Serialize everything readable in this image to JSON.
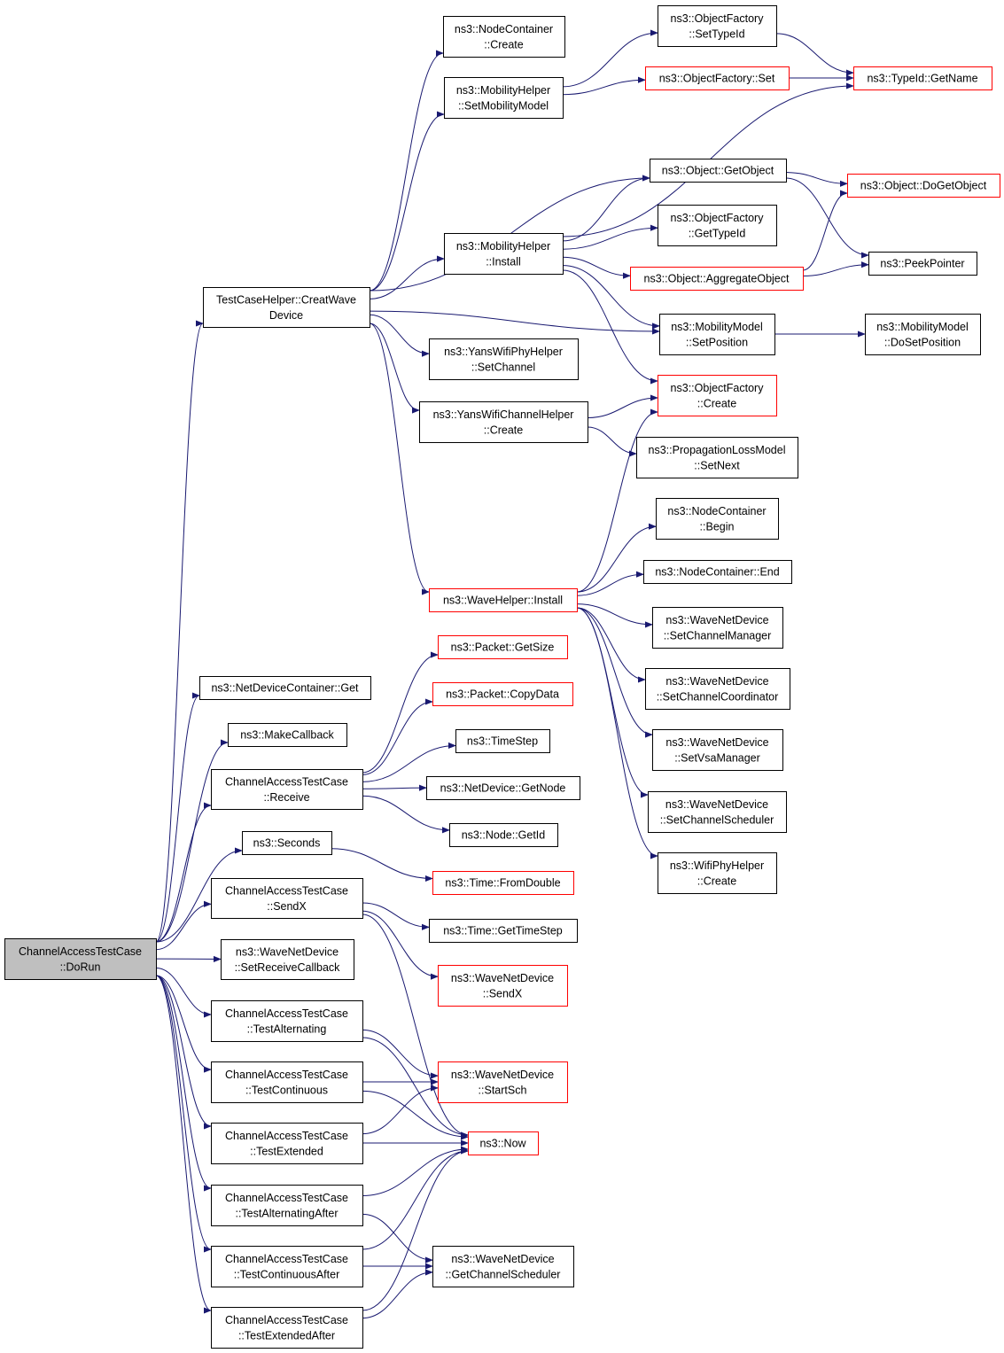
{
  "colors": {
    "edge": "#191970",
    "root_fill": "#bfbfbf",
    "border_red": "#ff0000",
    "border_black": "#000000"
  },
  "nodes": [
    {
      "id": "dorun",
      "lines": [
        "ChannelAccessTestCase",
        "::DoRun"
      ],
      "border": "black",
      "root": true
    },
    {
      "id": "creat",
      "lines": [
        "TestCaseHelper::CreatWave",
        "Device"
      ],
      "border": "black"
    },
    {
      "id": "ndcget",
      "lines": [
        "ns3::NetDeviceContainer::Get"
      ],
      "border": "black"
    },
    {
      "id": "mkcb",
      "lines": [
        "ns3::MakeCallback"
      ],
      "border": "black"
    },
    {
      "id": "recv",
      "lines": [
        "ChannelAccessTestCase",
        "::Receive"
      ],
      "border": "black"
    },
    {
      "id": "secs",
      "lines": [
        "ns3::Seconds"
      ],
      "border": "black"
    },
    {
      "id": "sendx",
      "lines": [
        "ChannelAccessTestCase",
        "::SendX"
      ],
      "border": "black"
    },
    {
      "id": "setrcb",
      "lines": [
        "ns3::WaveNetDevice",
        "::SetReceiveCallback"
      ],
      "border": "black"
    },
    {
      "id": "talt",
      "lines": [
        "ChannelAccessTestCase",
        "::TestAlternating"
      ],
      "border": "black"
    },
    {
      "id": "tcont",
      "lines": [
        "ChannelAccessTestCase",
        "::TestContinuous"
      ],
      "border": "black"
    },
    {
      "id": "text",
      "lines": [
        "ChannelAccessTestCase",
        "::TestExtended"
      ],
      "border": "black"
    },
    {
      "id": "taltafter",
      "lines": [
        "ChannelAccessTestCase",
        "::TestAlternatingAfter"
      ],
      "border": "black"
    },
    {
      "id": "tcontafter",
      "lines": [
        "ChannelAccessTestCase",
        "::TestContinuousAfter"
      ],
      "border": "black"
    },
    {
      "id": "textafter",
      "lines": [
        "ChannelAccessTestCase",
        "::TestExtendedAfter"
      ],
      "border": "black"
    },
    {
      "id": "nccreate",
      "lines": [
        "ns3::NodeContainer",
        "::Create"
      ],
      "border": "black"
    },
    {
      "id": "mhsetmm",
      "lines": [
        "ns3::MobilityHelper",
        "::SetMobilityModel"
      ],
      "border": "black"
    },
    {
      "id": "mhinstall",
      "lines": [
        "ns3::MobilityHelper",
        "::Install"
      ],
      "border": "black"
    },
    {
      "id": "ywphy",
      "lines": [
        "ns3::YansWifiPhyHelper",
        "::SetChannel"
      ],
      "border": "black"
    },
    {
      "id": "ywch",
      "lines": [
        "ns3::YansWifiChannelHelper",
        "::Create"
      ],
      "border": "black"
    },
    {
      "id": "wavehinst",
      "lines": [
        "ns3::WaveHelper::Install"
      ],
      "border": "red"
    },
    {
      "id": "pktsize",
      "lines": [
        "ns3::Packet::GetSize"
      ],
      "border": "red"
    },
    {
      "id": "pktcopy",
      "lines": [
        "ns3::Packet::CopyData"
      ],
      "border": "red"
    },
    {
      "id": "timestep",
      "lines": [
        "ns3::TimeStep"
      ],
      "border": "black"
    },
    {
      "id": "ndgetnode",
      "lines": [
        "ns3::NetDevice::GetNode"
      ],
      "border": "black"
    },
    {
      "id": "nodegetid",
      "lines": [
        "ns3::Node::GetId"
      ],
      "border": "black"
    },
    {
      "id": "fromdouble",
      "lines": [
        "ns3::Time::FromDouble"
      ],
      "border": "red"
    },
    {
      "id": "gettimestep",
      "lines": [
        "ns3::Time::GetTimeStep"
      ],
      "border": "black"
    },
    {
      "id": "wndsendx",
      "lines": [
        "ns3::WaveNetDevice",
        "::SendX"
      ],
      "border": "red"
    },
    {
      "id": "startsch",
      "lines": [
        "ns3::WaveNetDevice",
        "::StartSch"
      ],
      "border": "red"
    },
    {
      "id": "now",
      "lines": [
        "ns3::Now"
      ],
      "border": "red"
    },
    {
      "id": "getchsched",
      "lines": [
        "ns3::WaveNetDevice",
        "::GetChannelScheduler"
      ],
      "border": "black"
    },
    {
      "id": "ofsettypeid",
      "lines": [
        "ns3::ObjectFactory",
        "::SetTypeId"
      ],
      "border": "black"
    },
    {
      "id": "ofset",
      "lines": [
        "ns3::ObjectFactory::Set"
      ],
      "border": "red"
    },
    {
      "id": "tidgetname",
      "lines": [
        "ns3::TypeId::GetName"
      ],
      "border": "red"
    },
    {
      "id": "objgetobj",
      "lines": [
        "ns3::Object::GetObject"
      ],
      "border": "black"
    },
    {
      "id": "objdoget",
      "lines": [
        "ns3::Object::DoGetObject"
      ],
      "border": "red"
    },
    {
      "id": "ofgettypeid",
      "lines": [
        "ns3::ObjectFactory",
        "::GetTypeId"
      ],
      "border": "black"
    },
    {
      "id": "aggregate",
      "lines": [
        "ns3::Object::AggregateObject"
      ],
      "border": "red"
    },
    {
      "id": "peek",
      "lines": [
        "ns3::PeekPointer"
      ],
      "border": "black"
    },
    {
      "id": "mmsetpos",
      "lines": [
        "ns3::MobilityModel",
        "::SetPosition"
      ],
      "border": "black"
    },
    {
      "id": "mmdosetpos",
      "lines": [
        "ns3::MobilityModel",
        "::DoSetPosition"
      ],
      "border": "black"
    },
    {
      "id": "ofcreate",
      "lines": [
        "ns3::ObjectFactory",
        "::Create"
      ],
      "border": "red"
    },
    {
      "id": "plsetnext",
      "lines": [
        "ns3::PropagationLossModel",
        "::SetNext"
      ],
      "border": "black"
    },
    {
      "id": "ncbegin",
      "lines": [
        "ns3::NodeContainer",
        "::Begin"
      ],
      "border": "black"
    },
    {
      "id": "ncend",
      "lines": [
        "ns3::NodeContainer::End"
      ],
      "border": "black"
    },
    {
      "id": "wndchmgr",
      "lines": [
        "ns3::WaveNetDevice",
        "::SetChannelManager"
      ],
      "border": "black"
    },
    {
      "id": "wndchcoord",
      "lines": [
        "ns3::WaveNetDevice",
        "::SetChannelCoordinator"
      ],
      "border": "black"
    },
    {
      "id": "wndvsa",
      "lines": [
        "ns3::WaveNetDevice",
        "::SetVsaManager"
      ],
      "border": "black"
    },
    {
      "id": "wndchsched",
      "lines": [
        "ns3::WaveNetDevice",
        "::SetChannelScheduler"
      ],
      "border": "black"
    },
    {
      "id": "wphcreate",
      "lines": [
        "ns3::WifiPhyHelper",
        "::Create"
      ],
      "border": "black"
    }
  ],
  "edges": [
    [
      "dorun",
      "creat"
    ],
    [
      "dorun",
      "ndcget"
    ],
    [
      "dorun",
      "mkcb"
    ],
    [
      "dorun",
      "recv"
    ],
    [
      "dorun",
      "secs"
    ],
    [
      "dorun",
      "sendx"
    ],
    [
      "dorun",
      "setrcb"
    ],
    [
      "dorun",
      "talt"
    ],
    [
      "dorun",
      "tcont"
    ],
    [
      "dorun",
      "text"
    ],
    [
      "dorun",
      "taltafter"
    ],
    [
      "dorun",
      "tcontafter"
    ],
    [
      "dorun",
      "textafter"
    ],
    [
      "creat",
      "nccreate"
    ],
    [
      "creat",
      "mhsetmm"
    ],
    [
      "creat",
      "objgetobj"
    ],
    [
      "creat",
      "mhinstall"
    ],
    [
      "creat",
      "mmsetpos"
    ],
    [
      "creat",
      "ywphy"
    ],
    [
      "creat",
      "ywch"
    ],
    [
      "creat",
      "wavehinst"
    ],
    [
      "mhsetmm",
      "ofsettypeid"
    ],
    [
      "mhsetmm",
      "ofset"
    ],
    [
      "ofsettypeid",
      "tidgetname"
    ],
    [
      "ofset",
      "tidgetname"
    ],
    [
      "mhinstall",
      "tidgetname"
    ],
    [
      "mhinstall",
      "objgetobj"
    ],
    [
      "mhinstall",
      "ofgettypeid"
    ],
    [
      "mhinstall",
      "aggregate"
    ],
    [
      "mhinstall",
      "mmsetpos"
    ],
    [
      "mhinstall",
      "ofcreate"
    ],
    [
      "objgetobj",
      "objdoget"
    ],
    [
      "objgetobj",
      "peek"
    ],
    [
      "aggregate",
      "objdoget"
    ],
    [
      "aggregate",
      "peek"
    ],
    [
      "mmsetpos",
      "mmdosetpos"
    ],
    [
      "ywch",
      "ofcreate"
    ],
    [
      "ywch",
      "plsetnext"
    ],
    [
      "wavehinst",
      "ofcreate"
    ],
    [
      "wavehinst",
      "ncbegin"
    ],
    [
      "wavehinst",
      "ncend"
    ],
    [
      "wavehinst",
      "wndchmgr"
    ],
    [
      "wavehinst",
      "wndchcoord"
    ],
    [
      "wavehinst",
      "wndvsa"
    ],
    [
      "wavehinst",
      "wndchsched"
    ],
    [
      "wavehinst",
      "wphcreate"
    ],
    [
      "recv",
      "pktsize"
    ],
    [
      "recv",
      "pktcopy"
    ],
    [
      "recv",
      "timestep"
    ],
    [
      "recv",
      "ndgetnode"
    ],
    [
      "recv",
      "nodegetid"
    ],
    [
      "secs",
      "fromdouble"
    ],
    [
      "sendx",
      "gettimestep"
    ],
    [
      "sendx",
      "wndsendx"
    ],
    [
      "sendx",
      "now"
    ],
    [
      "talt",
      "startsch"
    ],
    [
      "talt",
      "now"
    ],
    [
      "tcont",
      "startsch"
    ],
    [
      "tcont",
      "now"
    ],
    [
      "text",
      "startsch"
    ],
    [
      "text",
      "now"
    ],
    [
      "taltafter",
      "now"
    ],
    [
      "taltafter",
      "getchsched"
    ],
    [
      "tcontafter",
      "now"
    ],
    [
      "tcontafter",
      "getchsched"
    ],
    [
      "textafter",
      "now"
    ],
    [
      "textafter",
      "getchsched"
    ]
  ]
}
